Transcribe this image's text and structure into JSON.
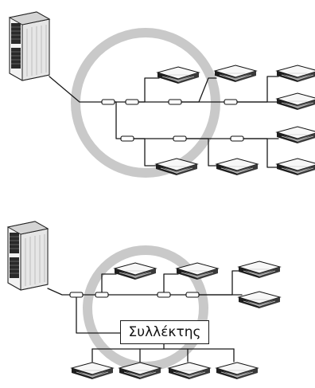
{
  "diagram": {
    "colors": {
      "ring": "#c9c9c9",
      "pipe": "#1a1a1a",
      "unit_body": "#f2f2f2",
      "unit_shadow": "#222222"
    },
    "top_system": {
      "outdoor_unit": {
        "icon": "outdoor-condenser-icon"
      },
      "indoor_units": {
        "icon": "ceiling-cassette-icon",
        "count": 8
      },
      "branch_joints": {
        "icon": "refnet-joint-icon"
      }
    },
    "bottom_system": {
      "outdoor_unit": {
        "icon": "outdoor-condenser-icon"
      },
      "indoor_units": {
        "icon": "ceiling-cassette-icon",
        "count": 8
      },
      "header": {
        "label": "Συλλέκτης"
      }
    }
  }
}
